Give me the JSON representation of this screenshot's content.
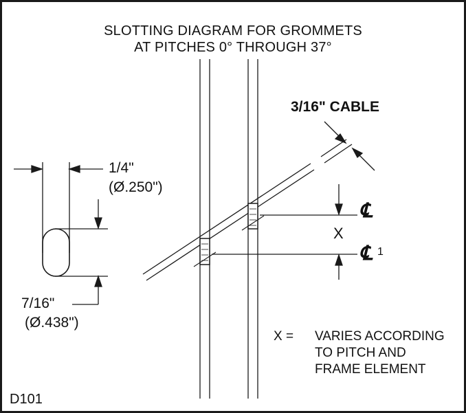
{
  "diagram": {
    "title_line1": "SLOTTING DIAGRAM FOR GROMMETS",
    "title_line2": "AT PITCHES 0° THROUGH 37°",
    "cable_label": "3/16\" CABLE",
    "slot_width": {
      "fraction": "1/4\"",
      "decimal": "(Ø.250\")"
    },
    "slot_length": {
      "fraction": "7/16\"",
      "decimal": "(Ø.438\")"
    },
    "offset_label": "X",
    "centerline_symbol": "℄",
    "centerline_subscript": "1",
    "note_prefix": "X =",
    "note_lines": [
      "VARIES ACCORDING",
      "TO PITCH AND",
      "FRAME ELEMENT"
    ],
    "figure_id": "D101",
    "colors": {
      "line": "#1a1a1a",
      "background": "#ffffff"
    }
  }
}
